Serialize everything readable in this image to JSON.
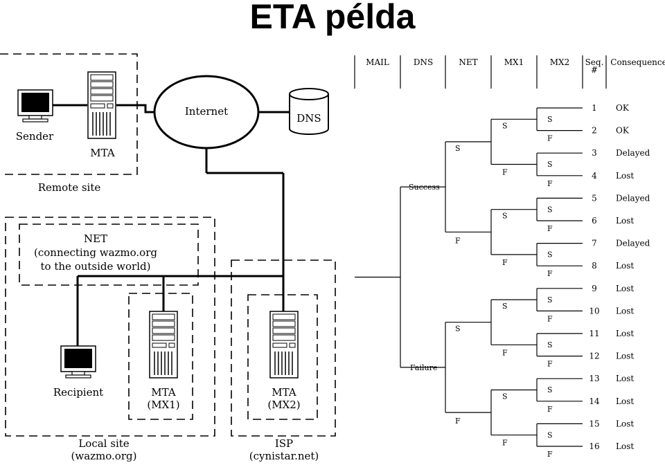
{
  "slide": {
    "title": "ETA példa"
  },
  "network": {
    "sender_label": "Sender",
    "remote_mta_label": "MTA",
    "remote_site_label": "Remote site",
    "internet_label": "Internet",
    "dns_label": "DNS",
    "net_box_label_lines": [
      "NET",
      "(connecting wazmo.org",
      "to the outside world)"
    ],
    "recipient_label": "Recipient",
    "mx1_label_lines": [
      "MTA",
      "(MX1)"
    ],
    "mx2_label_lines": [
      "MTA",
      "(MX2)"
    ],
    "local_site_label_lines": [
      "Local site",
      "(wazmo.org)"
    ],
    "isp_label_lines": [
      "ISP",
      "(cynistar.net)"
    ]
  },
  "event_tree": {
    "headers": [
      "MAIL",
      "DNS",
      "NET",
      "MX1",
      "MX2",
      "Seq.\n#",
      "Consequence"
    ],
    "top_branch_labels": [
      "Success",
      "Failure"
    ],
    "success_symbol": "S",
    "failure_symbol": "F",
    "sequences": [
      {
        "seq": "1",
        "consequence": "OK"
      },
      {
        "seq": "2",
        "consequence": "OK"
      },
      {
        "seq": "3",
        "consequence": "Delayed"
      },
      {
        "seq": "4",
        "consequence": "Lost"
      },
      {
        "seq": "5",
        "consequence": "Delayed"
      },
      {
        "seq": "6",
        "consequence": "Lost"
      },
      {
        "seq": "7",
        "consequence": "Delayed"
      },
      {
        "seq": "8",
        "consequence": "Lost"
      },
      {
        "seq": "9",
        "consequence": "Lost"
      },
      {
        "seq": "10",
        "consequence": "Lost"
      },
      {
        "seq": "11",
        "consequence": "Lost"
      },
      {
        "seq": "12",
        "consequence": "Lost"
      },
      {
        "seq": "13",
        "consequence": "Lost"
      },
      {
        "seq": "14",
        "consequence": "Lost"
      },
      {
        "seq": "15",
        "consequence": "Lost"
      },
      {
        "seq": "16",
        "consequence": "Lost"
      }
    ]
  }
}
